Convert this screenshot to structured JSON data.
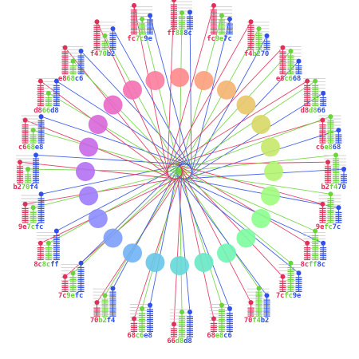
{
  "colors": {
    "red_channel": "#e0305a",
    "green_channel": "#6ad43a",
    "blue_channel": "#3050e8",
    "ladder_line": "#c8c8c8"
  },
  "swatches": [
    {
      "hex": "ff888c",
      "r": "ff",
      "g": "88",
      "b": "8c",
      "color": "#ff888c",
      "r_level": 1.0,
      "g_level": 0.53,
      "b_level": 0.55
    },
    {
      "hex": "fc9e7c",
      "r": "fc",
      "g": "9e",
      "b": "7c",
      "color": "#fc9e7c",
      "r_level": 0.99,
      "g_level": 0.62,
      "b_level": 0.49
    },
    {
      "hex": "f4b270",
      "r": "f4",
      "g": "b2",
      "b": "70",
      "color": "#f4b270",
      "r_level": 0.96,
      "g_level": 0.7,
      "b_level": 0.44
    },
    {
      "hex": "e8c668",
      "r": "e8",
      "g": "c6",
      "b": "68",
      "color": "#e8c668",
      "r_level": 0.91,
      "g_level": 0.78,
      "b_level": 0.41
    },
    {
      "hex": "d8d866",
      "r": "d8",
      "g": "d8",
      "b": "66",
      "color": "#d8d866",
      "r_level": 0.85,
      "g_level": 0.85,
      "b_level": 0.4
    },
    {
      "hex": "c6e868",
      "r": "c6",
      "g": "e8",
      "b": "68",
      "color": "#c6e868",
      "r_level": 0.78,
      "g_level": 0.91,
      "b_level": 0.41
    },
    {
      "hex": "b2f470",
      "r": "b2",
      "g": "f4",
      "b": "70",
      "color": "#b2f470",
      "r_level": 0.7,
      "g_level": 0.96,
      "b_level": 0.44
    },
    {
      "hex": "9efc7c",
      "r": "9e",
      "g": "fc",
      "b": "7c",
      "color": "#9efc7c",
      "r_level": 0.62,
      "g_level": 0.99,
      "b_level": 0.49
    },
    {
      "hex": "8cff8c",
      "r": "8c",
      "g": "ff",
      "b": "8c",
      "color": "#8cff8c",
      "r_level": 0.55,
      "g_level": 1.0,
      "b_level": 0.55
    },
    {
      "hex": "7cfc9e",
      "r": "7c",
      "g": "fc",
      "b": "9e",
      "color": "#7cfc9e",
      "r_level": 0.49,
      "g_level": 0.99,
      "b_level": 0.62
    },
    {
      "hex": "70f4b2",
      "r": "70",
      "g": "f4",
      "b": "b2",
      "color": "#70f4b2",
      "r_level": 0.44,
      "g_level": 0.96,
      "b_level": 0.7
    },
    {
      "hex": "68e8c6",
      "r": "68",
      "g": "e8",
      "b": "c6",
      "color": "#68e8c6",
      "r_level": 0.41,
      "g_level": 0.91,
      "b_level": 0.78
    },
    {
      "hex": "66d8d8",
      "r": "66",
      "g": "d8",
      "b": "d8",
      "color": "#66d8d8",
      "r_level": 0.4,
      "g_level": 0.85,
      "b_level": 0.85
    },
    {
      "hex": "68c6e8",
      "r": "68",
      "g": "c6",
      "b": "e8",
      "color": "#68c6e8",
      "r_level": 0.41,
      "g_level": 0.78,
      "b_level": 0.91
    },
    {
      "hex": "70b2f4",
      "r": "70",
      "g": "b2",
      "b": "f4",
      "color": "#70b2f4",
      "r_level": 0.44,
      "g_level": 0.7,
      "b_level": 0.96
    },
    {
      "hex": "7c9efc",
      "r": "7c",
      "g": "9e",
      "b": "fc",
      "color": "#7c9efc",
      "r_level": 0.49,
      "g_level": 0.62,
      "b_level": 0.99
    },
    {
      "hex": "8c8cff",
      "r": "8c",
      "g": "8c",
      "b": "ff",
      "color": "#8c8cff",
      "r_level": 0.55,
      "g_level": 0.55,
      "b_level": 1.0
    },
    {
      "hex": "9e7cfc",
      "r": "9e",
      "g": "7c",
      "b": "fc",
      "color": "#9e7cfc",
      "r_level": 0.62,
      "g_level": 0.49,
      "b_level": 0.99
    },
    {
      "hex": "b270f4",
      "r": "b2",
      "g": "70",
      "b": "f4",
      "color": "#b270f4",
      "r_level": 0.7,
      "g_level": 0.44,
      "b_level": 0.96
    },
    {
      "hex": "c668e8",
      "r": "c6",
      "g": "68",
      "b": "e8",
      "color": "#c668e8",
      "r_level": 0.78,
      "g_level": 0.41,
      "b_level": 0.91
    },
    {
      "hex": "d866d8",
      "r": "d8",
      "g": "66",
      "b": "d8",
      "color": "#d866d8",
      "r_level": 0.85,
      "g_level": 0.4,
      "b_level": 0.85
    },
    {
      "hex": "e868c6",
      "r": "e8",
      "g": "68",
      "b": "c6",
      "color": "#e868c6",
      "r_level": 0.91,
      "g_level": 0.41,
      "b_level": 0.78
    },
    {
      "hex": "f470b2",
      "r": "f4",
      "g": "70",
      "b": "b2",
      "color": "#f470b2",
      "r_level": 0.96,
      "g_level": 0.44,
      "b_level": 0.7
    },
    {
      "hex": "fc7c9e",
      "r": "fc",
      "g": "7c",
      "b": "9e",
      "color": "#fc7c9e",
      "r_level": 0.99,
      "g_level": 0.49,
      "b_level": 0.62
    }
  ]
}
